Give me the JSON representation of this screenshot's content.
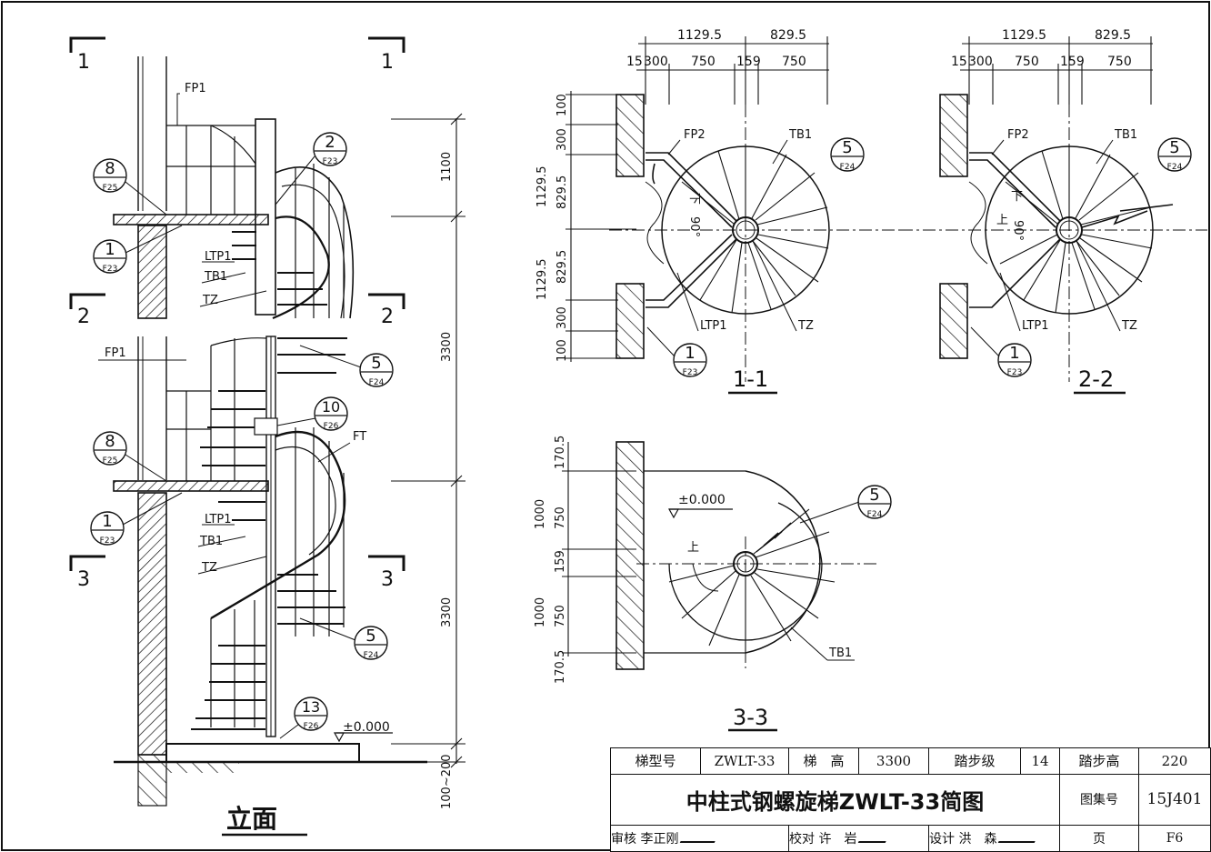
{
  "elevation": {
    "title": "立面",
    "section_cut_labels": [
      "1",
      "1",
      "2",
      "2",
      "3",
      "3"
    ],
    "labels": {
      "fp1_top": "FP1",
      "fp1_mid": "FP1",
      "ltp1_top": "LTP1",
      "tb1_top": "TB1",
      "tz_top": "TZ",
      "ltp1_bot": "LTP1",
      "tb1_bot": "TB1",
      "tz_bot": "TZ",
      "ft": "FT"
    },
    "callouts": [
      {
        "num": "2",
        "ref": "F23"
      },
      {
        "num": "8",
        "ref": "F25"
      },
      {
        "num": "1",
        "ref": "F23"
      },
      {
        "num": "5",
        "ref": "F24"
      },
      {
        "num": "10",
        "ref": "F26"
      },
      {
        "num": "8",
        "ref": "F25"
      },
      {
        "num": "1",
        "ref": "F23"
      },
      {
        "num": "5",
        "ref": "F24"
      },
      {
        "num": "13",
        "ref": "F26"
      }
    ],
    "dims": {
      "d1100": "1100",
      "d3300a": "3300",
      "d3300b": "3300",
      "d100_200": "100~200"
    },
    "level": "±0.000"
  },
  "plan_1_1": {
    "title": "1-1",
    "top_dims_a": [
      "1129.5",
      "829.5"
    ],
    "top_dims_b": [
      "15",
      "300",
      "750",
      "159",
      "750"
    ],
    "left_dims": [
      "100",
      "300",
      "1129.5",
      "829.5",
      "1129.5",
      "829.5",
      "300",
      "100"
    ],
    "labels": {
      "fp2": "FP2",
      "tb1": "TB1",
      "ltp1": "LTP1",
      "tz": "TZ",
      "down": "下",
      "angle": "90°"
    },
    "callouts": [
      {
        "num": "5",
        "ref": "F24"
      },
      {
        "num": "1",
        "ref": "F23"
      }
    ]
  },
  "plan_2_2": {
    "title": "2-2",
    "top_dims_a": [
      "1129.5",
      "829.5"
    ],
    "top_dims_b": [
      "15",
      "300",
      "750",
      "159",
      "750"
    ],
    "labels": {
      "fp2": "FP2",
      "tb1": "TB1",
      "ltp1": "LTP1",
      "tz": "TZ",
      "down": "下",
      "up": "上",
      "angle": "90°"
    },
    "callouts": [
      {
        "num": "5",
        "ref": "F24"
      },
      {
        "num": "1",
        "ref": "F23"
      }
    ]
  },
  "plan_3_3": {
    "title": "3-3",
    "left_dims": [
      "170.5",
      "750",
      "1000",
      "159",
      "750",
      "1000",
      "170.5"
    ],
    "labels": {
      "level": "±0.000",
      "up": "上",
      "tb1": "TB1"
    },
    "callouts": [
      {
        "num": "5",
        "ref": "F24"
      }
    ]
  },
  "title_block": {
    "row1": {
      "model_label": "梯型号",
      "model_value": "ZWLT-33",
      "height_label": "梯　高",
      "height_value": "3300",
      "steps_label": "踏步级",
      "steps_value": "14",
      "riser_label": "踏步高",
      "riser_value": "220"
    },
    "drawing_title": "中柱式钢螺旋梯ZWLT-33简图",
    "atlas_label": "图集号",
    "atlas_value": "15J401",
    "row3": {
      "review_label": "审核",
      "review_name": "李正刚",
      "check_label": "校对",
      "check_name": "许　岩",
      "design_label": "设计",
      "design_name": "洪　森",
      "page_label": "页",
      "page_value": "F6"
    }
  }
}
